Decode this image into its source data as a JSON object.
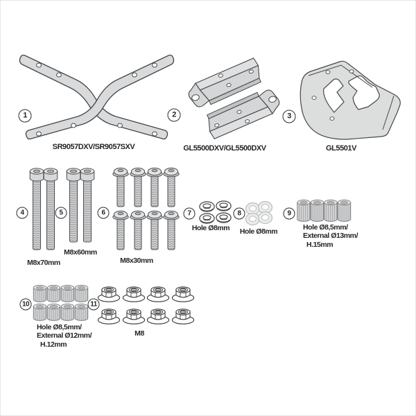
{
  "diagram": {
    "kind": "mounting-kit-parts-diagram",
    "background": "#ffffff",
    "outline_color": "#454648",
    "fill_color": "#d9dadb",
    "text_color": "#232426"
  },
  "groups": {
    "crossbars": {
      "number_left": "1",
      "number_right": "2",
      "label": "SR9057DXV/SR9057SXV",
      "part_type": "side frame crossbars",
      "qty_shown": 2
    },
    "side_plates": {
      "number": "3",
      "label": "GL5500DXV/GL5500DXV",
      "part_type": "side mounting plates",
      "qty_shown": 2
    },
    "main_plate": {
      "label": "GL5501V",
      "part_type": "rack base plate",
      "qty_shown": 1
    },
    "bolts_70": {
      "number": "4",
      "label": "M8x70mm",
      "part_type": "socket head bolt",
      "qty_shown": 2
    },
    "bolts_60": {
      "number": "5",
      "label": "M8x60mm",
      "part_type": "socket head bolt",
      "qty_shown": 2
    },
    "bolts_30": {
      "number": "6",
      "label": "M8x30mm",
      "part_type": "flanged button head bolt",
      "qty_shown": 8
    },
    "spring_washers": {
      "number": "7",
      "label": "Hole Ø8mm",
      "part_type": "spring washer",
      "qty_shown": 4
    },
    "flat_washers": {
      "number": "8",
      "label": "Hole Ø8mm",
      "part_type": "flat washer",
      "qty_shown": 4
    },
    "spacers_15": {
      "number": "9",
      "lines": [
        "Hole Ø8,5mm/",
        "External Ø13mm/",
        "H.15mm"
      ],
      "part_type": "knurled spacer bushing",
      "qty_shown": 4
    },
    "spacers_12": {
      "number": "10",
      "lines": [
        "Hole Ø8,5mm/",
        "External Ø12mm/",
        "H.12mm"
      ],
      "part_type": "knurled spacer bushing",
      "qty_shown": 8
    },
    "nuts": {
      "number": "11",
      "label": "M8",
      "part_type": "flange nut",
      "qty_shown": 8
    }
  }
}
